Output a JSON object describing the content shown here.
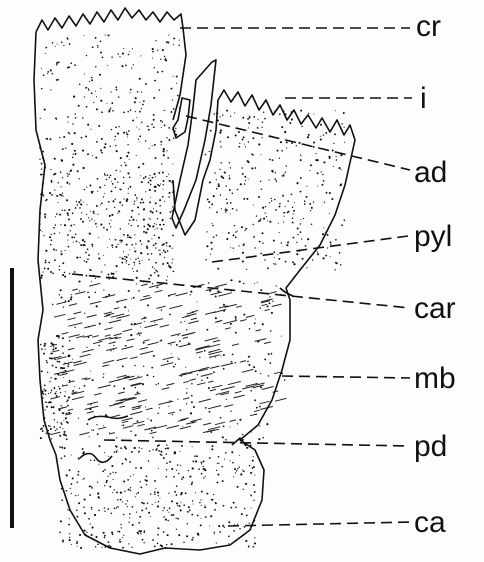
{
  "figure": {
    "labels": [
      {
        "key": "cr",
        "text": "cr"
      },
      {
        "key": "i",
        "text": "i"
      },
      {
        "key": "ad",
        "text": "ad"
      },
      {
        "key": "pyl",
        "text": "pyl"
      },
      {
        "key": "car",
        "text": "car"
      },
      {
        "key": "mb",
        "text": "mb"
      },
      {
        "key": "pd",
        "text": "pd"
      },
      {
        "key": "ca",
        "text": "ca"
      }
    ],
    "colors": {
      "ink": "#111111",
      "paper": "#fdfdfb"
    }
  }
}
